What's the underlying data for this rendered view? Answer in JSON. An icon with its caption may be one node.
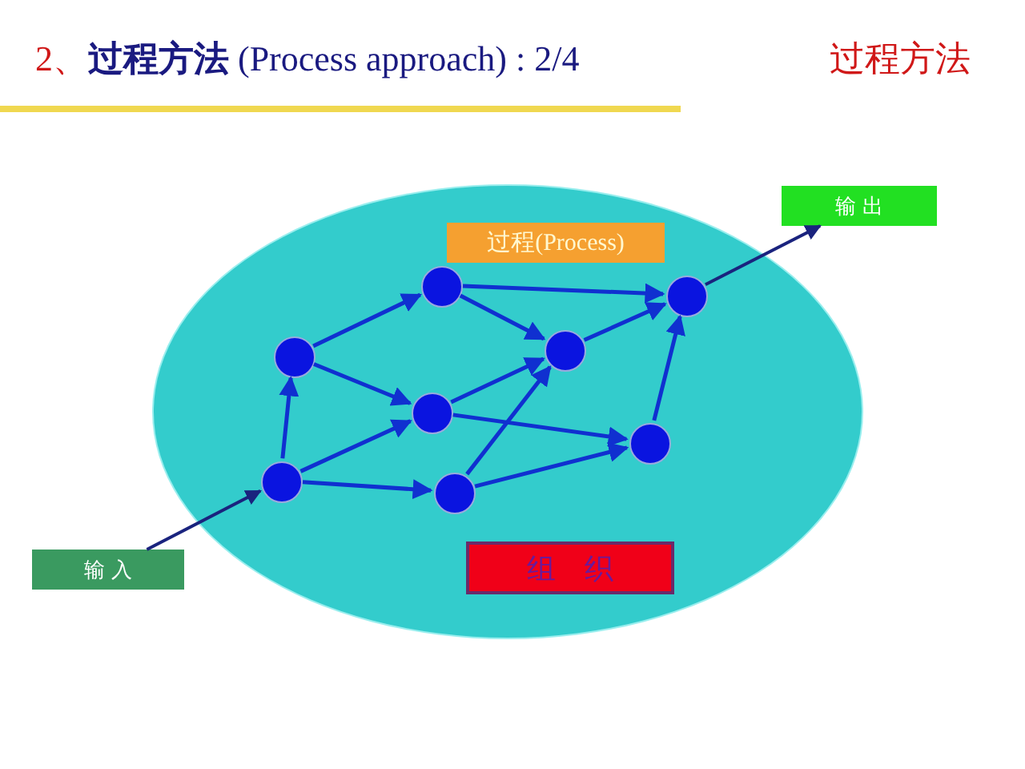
{
  "diagram": {
    "title": "2、**过程方法** (Process approach) : 2/4",
    "nodes": [
      {
        "text": [],
        "shape": "ellipse"
      },
      {
        "text": [
          "过程(Process)"
        ],
        "in": 0
      },
      {
        "text": [
          "组　织"
        ],
        "in": 0
      },
      {
        "text": [
          "输 入"
        ]
      },
      {
        "text": [
          "输 出"
        ]
      },
      {
        "text": [],
        "shape": "circle",
        "in": 0
      },
      {
        "text": [],
        "shape": "circle",
        "in": 0
      },
      {
        "text": [],
        "shape": "circle",
        "in": 0
      },
      {
        "text": [],
        "shape": "circle",
        "in": 0
      },
      {
        "text": [],
        "shape": "circle",
        "in": 0
      },
      {
        "text": [],
        "shape": "circle",
        "in": 0
      },
      {
        "text": [],
        "shape": "circle",
        "in": 0
      },
      {
        "text": [],
        "shape": "circle",
        "in": 0
      }
    ],
    "edges": [
      {
        "from": 3,
        "to": 5,
        "arrow": "to",
        "color": "#1a237e"
      },
      {
        "from": 5,
        "to": 6,
        "arrow": "to"
      },
      {
        "from": 5,
        "to": 7,
        "arrow": "to"
      },
      {
        "from": 5,
        "to": 9,
        "arrow": "to"
      },
      {
        "from": 6,
        "to": 8,
        "arrow": "to"
      },
      {
        "from": 6,
        "to": 7,
        "arrow": "to"
      },
      {
        "from": 8,
        "to": 12,
        "arrow": "to"
      },
      {
        "from": 8,
        "to": 10,
        "arrow": "to"
      },
      {
        "from": 7,
        "to": 10,
        "arrow": "to"
      },
      {
        "from": 7,
        "to": 11,
        "arrow": "to"
      },
      {
        "from": 9,
        "to": 10,
        "arrow": "to"
      },
      {
        "from": 9,
        "to": 11,
        "arrow": "to"
      },
      {
        "from": 10,
        "to": 12,
        "arrow": "to"
      },
      {
        "from": 11,
        "to": 12,
        "arrow": "to"
      },
      {
        "from": 12,
        "to": 4,
        "arrow": "to",
        "color": "#1a237e"
      }
    ],
    "labels": [
      "过程方法"
    ]
  }
}
